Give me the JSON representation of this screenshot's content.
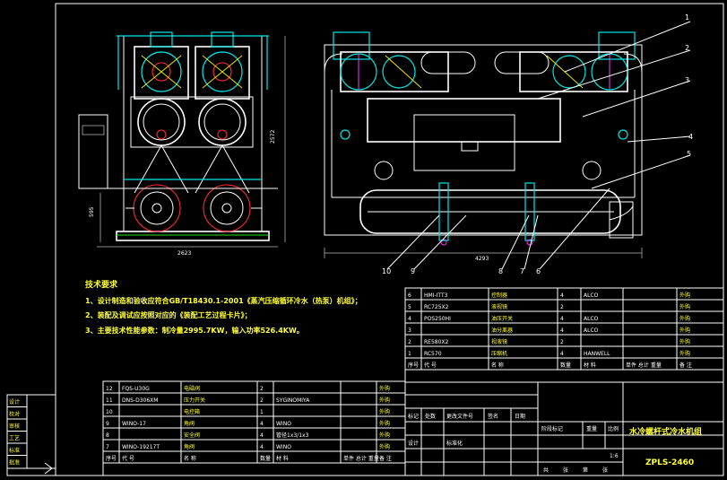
{
  "drawing": {
    "title": "水冷螺杆式冷水机组",
    "model": "ZPLS-2460",
    "scale": "1:6"
  },
  "dimensions": {
    "left_width": "2623",
    "left_height": "2572",
    "left_side": "595",
    "right_width": "4293"
  },
  "callouts_right": [
    "1",
    "2",
    "3",
    "4",
    "5"
  ],
  "callouts_bottom": [
    "10",
    "9",
    "8",
    "7",
    "6"
  ],
  "tech_requirements": {
    "heading": "技术要求",
    "items": [
      "1、设计制造和验收应符合GB/T18430.1-2001《蒸汽压缩循环冷水（热泵）机组》；",
      "2、装配及调试应按照对应的《装配工艺过程卡片》；",
      "3、主要技术性能参数：制冷量2995.7KW，输入功率526.4KW。"
    ]
  },
  "bom_upper": {
    "rows": [
      {
        "no": "6",
        "code": "HMI-ITT3",
        "name": "控制器",
        "qty": "4",
        "material": "ALCO",
        "note": "外购"
      },
      {
        "no": "5",
        "code": "RC725X2",
        "name": "液视镜",
        "qty": "2",
        "material": "",
        "note": "外购"
      },
      {
        "no": "4",
        "code": "POS250HI",
        "name": "油压开关",
        "qty": "4",
        "material": "ALCO",
        "note": "外购"
      },
      {
        "no": "3",
        "code": "",
        "name": "油分离器",
        "qty": "4",
        "material": "ALCO",
        "note": "外购"
      },
      {
        "no": "2",
        "code": "RE580X2",
        "name": "视液镜",
        "qty": "2",
        "material": "",
        "note": "外购"
      },
      {
        "no": "1",
        "code": "RC570",
        "name": "压缩机",
        "qty": "4",
        "material": "HANWELL",
        "note": "外购"
      }
    ],
    "header": [
      "序号",
      "代 号",
      "名 称",
      "数量",
      "材 料",
      "单件 总计 重量",
      "备 注"
    ]
  },
  "bom_lower": {
    "rows": [
      {
        "no": "12",
        "code": "FQS-U30G",
        "name": "电磁阀",
        "qty": "2",
        "material": "",
        "note": "外购"
      },
      {
        "no": "11",
        "code": "DNS-D306XM",
        "name": "压力开关",
        "qty": "2",
        "material": "SYGINOMIYA",
        "note": "外购"
      },
      {
        "no": "10",
        "code": "",
        "name": "电控箱",
        "qty": "1",
        "material": "",
        "note": "外购"
      },
      {
        "no": "9",
        "code": "WINO-17",
        "name": "角阀",
        "qty": "4",
        "material": "WINO",
        "note": "外购"
      },
      {
        "no": "8",
        "code": "",
        "name": "安全阀",
        "qty": "4",
        "material": "管径1x3/1x3",
        "note": "外购"
      },
      {
        "no": "7",
        "code": "WINO-19217T",
        "name": "角阀",
        "qty": "4",
        "material": "WINO",
        "note": "外购"
      }
    ],
    "header": [
      "序号",
      "代 号",
      "名 称",
      "数量",
      "材 料",
      "单件 总计 重量",
      "备 注"
    ]
  },
  "left_strip": [
    "设计",
    "校对",
    "审核",
    "工艺",
    "标准",
    "批准"
  ],
  "title_block": {
    "labels": [
      "标记",
      "处数",
      "更改文件号",
      "签名",
      "日期"
    ],
    "row2": [
      "设计",
      "标准化",
      "阶段标记",
      "重量",
      "比例"
    ],
    "row3": [
      "共",
      "张",
      "第",
      "张"
    ]
  }
}
